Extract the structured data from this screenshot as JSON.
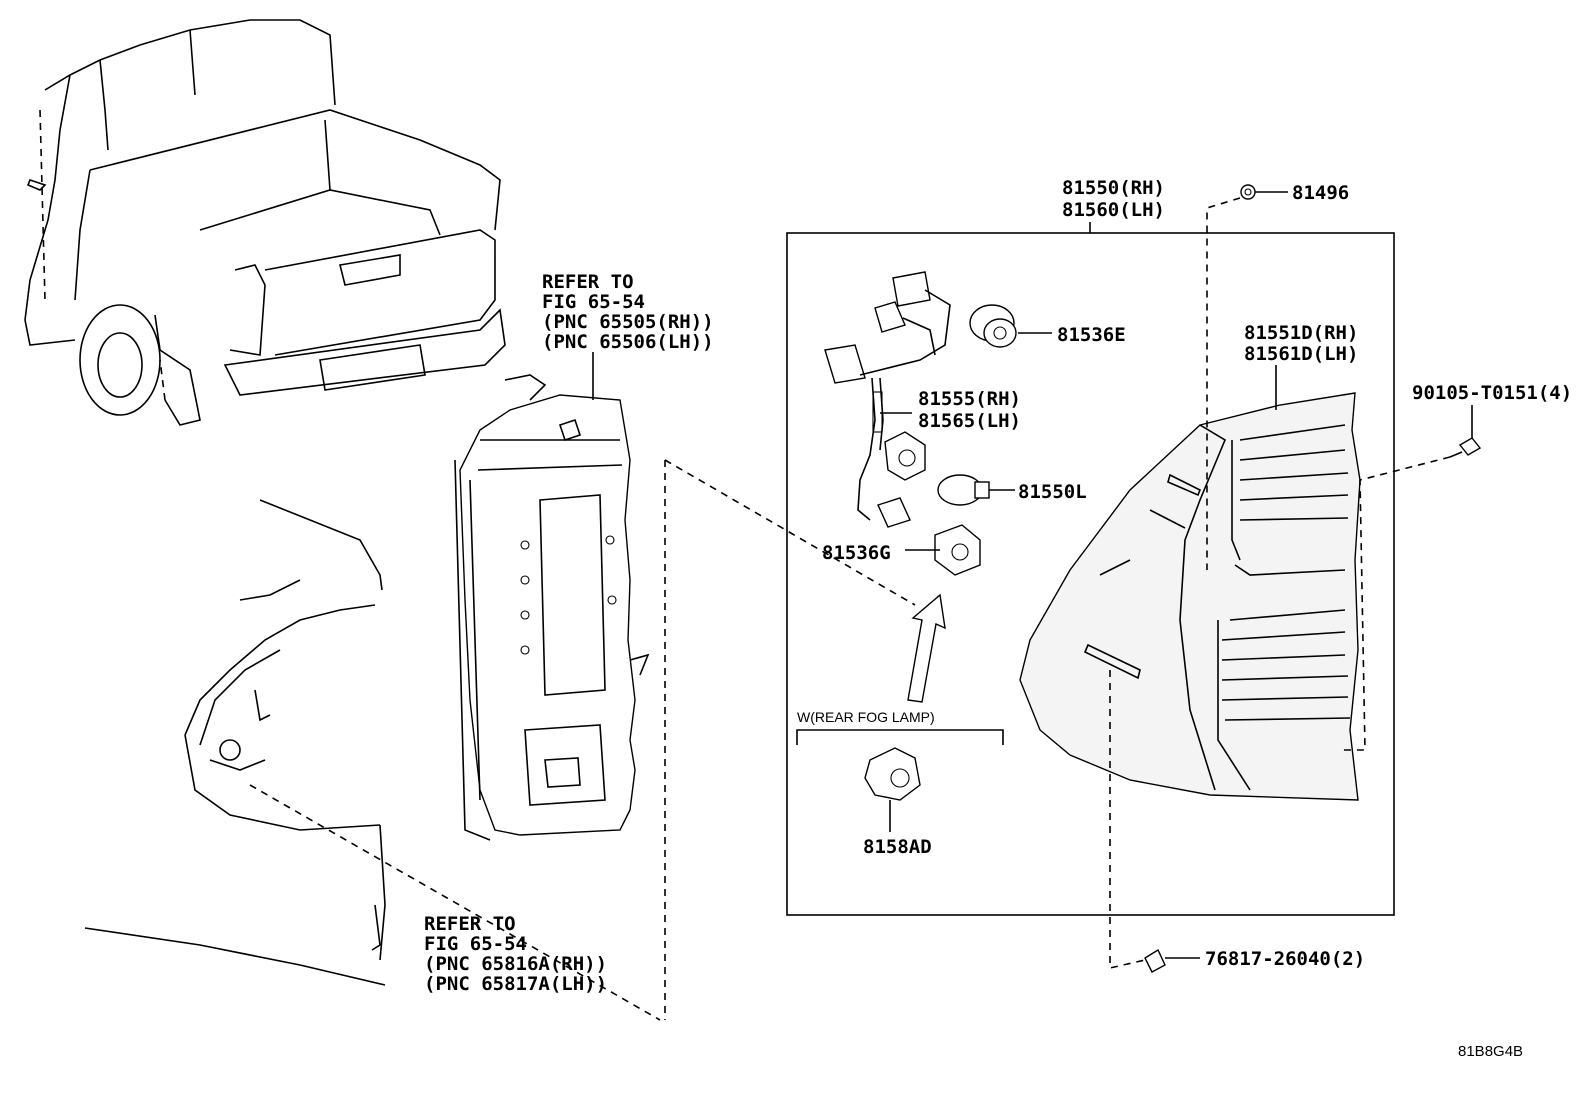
{
  "diagram_code": "81B8G4B",
  "refer_upper": {
    "line1": "REFER TO",
    "line2": "FIG 65-54",
    "line3": "(PNC 65505(RH))",
    "line4": "(PNC 65506(LH))"
  },
  "refer_lower": {
    "line1": "REFER TO",
    "line2": "FIG 65-54",
    "line3": "(PNC 65816A(RH))",
    "line4": "(PNC 65817A(LH))"
  },
  "assembly": {
    "rh": "81550(RH)",
    "lh": "81560(LH)"
  },
  "parts": {
    "p81496": "81496",
    "p81536e": "81536E",
    "lens_rh": "81551D(RH)",
    "lens_lh": "81561D(LH)",
    "screw": "90105-T0151(4)",
    "wire_rh": "81555(RH)",
    "wire_lh": "81565(LH)",
    "bulb": "81550L",
    "p81536g": "81536G",
    "fog_note": "W(REAR FOG LAMP)",
    "fog_socket": "8158AD",
    "clip": "76817-26040(2)"
  }
}
